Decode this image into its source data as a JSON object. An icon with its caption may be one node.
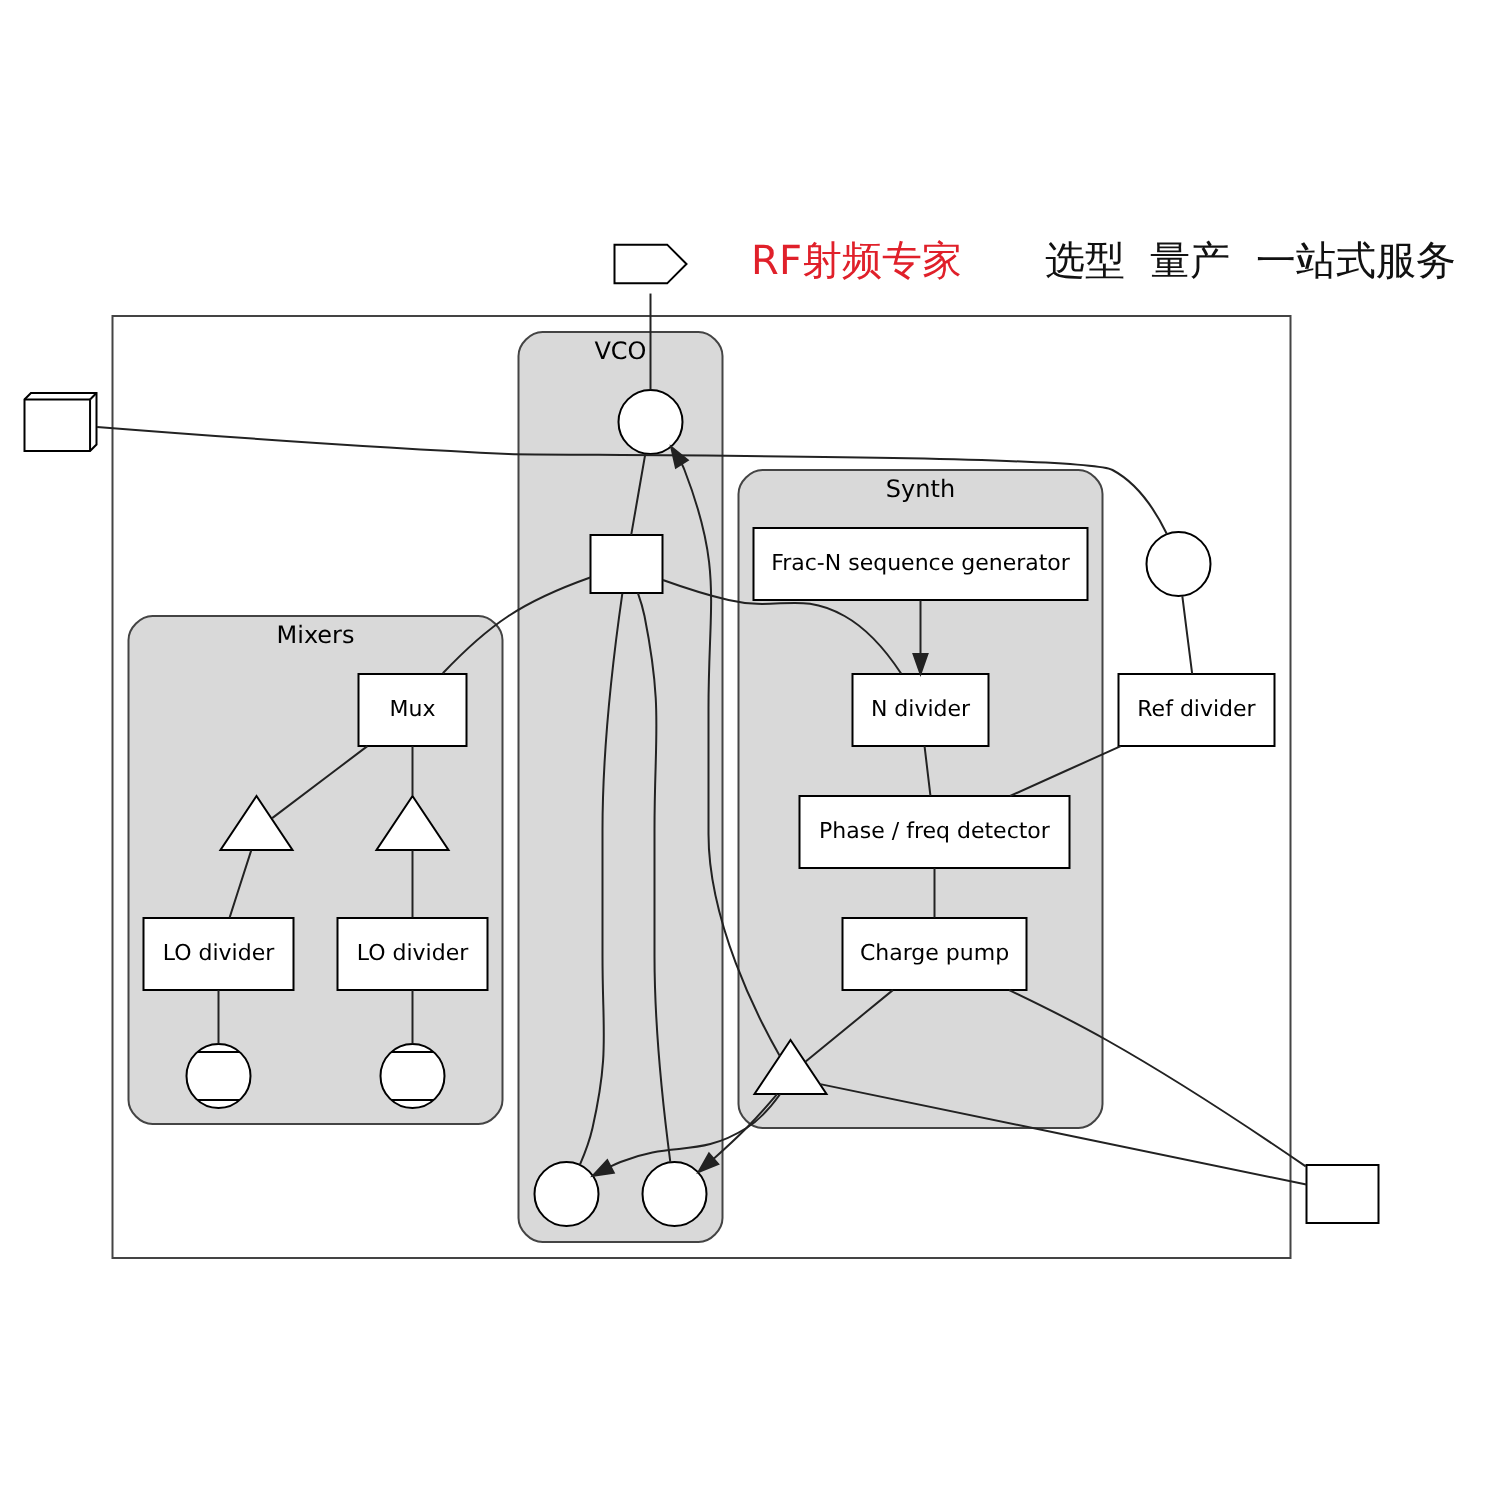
{
  "diagram": {
    "nodes": [
      {
        "text": [],
        "shape": "box"
      },
      {
        "text": [
          "VCO"
        ],
        "in": 0
      },
      {
        "text": [],
        "shape": "circle",
        "in": 1
      },
      {
        "text": [],
        "shape": "circle",
        "in": 1
      },
      {
        "text": [],
        "shape": "circle",
        "in": 1
      },
      {
        "text": [],
        "shape": "box",
        "in": 1
      },
      {
        "text": [
          "Synth"
        ],
        "in": 0
      },
      {
        "text": [
          "Frac-N sequence generator"
        ],
        "in": 6
      },
      {
        "text": [
          "N divider"
        ],
        "in": 6
      },
      {
        "text": [],
        "shape": "triangle",
        "in": 6
      },
      {
        "text": [
          "Charge pump"
        ],
        "in": 6
      },
      {
        "text": [
          "Phase / freq detector"
        ],
        "in": 6
      },
      {
        "text": [
          "Mixers"
        ],
        "in": 0
      },
      {
        "text": [],
        "shape": "mixer",
        "in": 12
      },
      {
        "text": [
          "LO divider"
        ],
        "in": 12
      },
      {
        "text": [],
        "shape": "triangle",
        "in": 12
      },
      {
        "text": [
          "Mux"
        ],
        "in": 12
      },
      {
        "text": [],
        "shape": "triangle",
        "in": 12
      },
      {
        "text": [
          "LO divider"
        ],
        "in": 12
      },
      {
        "text": [],
        "shape": "mixer",
        "in": 12
      },
      {
        "text": [],
        "shape": "coil"
      },
      {
        "text": [],
        "shape": "box"
      },
      {
        "text": [],
        "shape": "crystal"
      },
      {
        "text": [],
        "shape": "circle",
        "in": 0
      },
      {
        "text": [
          "Ref divider"
        ],
        "in": 0
      }
    ],
    "edges": [
      {
        "from": 20,
        "to": 2,
        "arrow": "none"
      },
      {
        "from": 9,
        "to": 2,
        "arrow": "to"
      },
      {
        "from": 9,
        "to": 3,
        "arrow": "to"
      },
      {
        "from": 9,
        "to": 4,
        "arrow": "to"
      },
      {
        "from": 2,
        "to": 5,
        "arrow": "none"
      },
      {
        "from": 3,
        "to": 5,
        "arrow": "none"
      },
      {
        "from": 4,
        "to": 5,
        "arrow": "none"
      },
      {
        "from": 5,
        "to": 8,
        "arrow": "none"
      },
      {
        "from": 5,
        "to": 16,
        "arrow": "none"
      },
      {
        "from": 7,
        "to": 8,
        "arrow": "to"
      },
      {
        "from": 8,
        "to": 11,
        "arrow": "none"
      },
      {
        "from": 11,
        "to": 10,
        "arrow": "none"
      },
      {
        "from": 10,
        "to": 9,
        "arrow": "none"
      },
      {
        "from": 10,
        "to": 21,
        "arrow": "none"
      },
      {
        "from": 9,
        "to": 21,
        "arrow": "none"
      },
      {
        "from": 22,
        "to": 23,
        "arrow": "none"
      },
      {
        "from": 23,
        "to": 24,
        "arrow": "none"
      },
      {
        "from": 24,
        "to": 11,
        "arrow": "none"
      },
      {
        "from": 16,
        "to": 15,
        "arrow": "none"
      },
      {
        "from": 15,
        "to": 14,
        "arrow": "none"
      },
      {
        "from": 14,
        "to": 13,
        "arrow": "none"
      },
      {
        "from": 16,
        "to": 17,
        "arrow": "none"
      },
      {
        "from": 17,
        "to": 18,
        "arrow": "none"
      },
      {
        "from": 18,
        "to": 19,
        "arrow": "none"
      }
    ],
    "labels": [
      "RF射频专家",
      "选型  量产  一站式服务"
    ]
  }
}
